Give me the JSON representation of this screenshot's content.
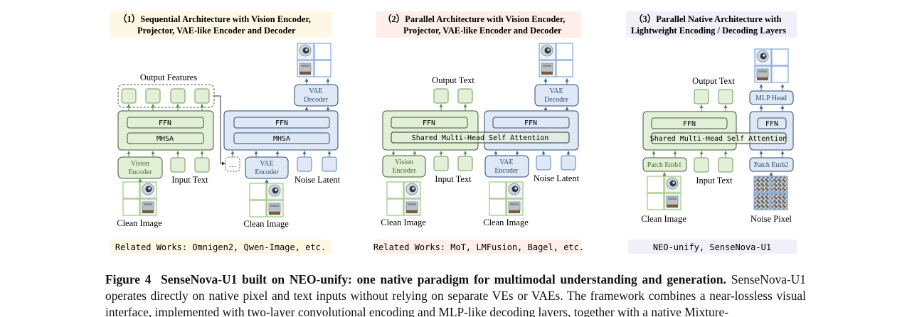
{
  "panels": [
    {
      "title_line1": "（1）Sequential Architecture with Vision Encoder,",
      "title_line2": "Projector, VAE-like Encoder and Decoder",
      "related": "Related Works: Omnigen2, Qwen-Image, etc.",
      "labels": {
        "output_features": "Output Features",
        "ffn_a": "FFN",
        "mhsa_a": "MHSA",
        "ffn_b": "FFN",
        "mhsa_b": "MHSA",
        "vision_encoder_1": "Vision",
        "vision_encoder_2": "Encoder",
        "vae_encoder_1": "VAE",
        "vae_encoder_2": "Encoder",
        "vae_decoder_1": "VAE",
        "vae_decoder_2": "Decoder",
        "ellipsis": "…",
        "input_text": "Input Text",
        "noise_latent": "Noise Latent",
        "clean_image_a": "Clean Image",
        "clean_image_b": "Clean Image"
      }
    },
    {
      "title_line1": "（2）Parallel Architecture with Vision Encoder,",
      "title_line2": "Projector, VAE-like Encoder and Decoder",
      "related": "Related Works: MoT, LMFusion, Bagel, etc.",
      "labels": {
        "output_text": "Output Text",
        "ffn_a": "FFN",
        "ffn_b": "FFN",
        "shared_attn": "Shared Multi-Head Self Attention",
        "vision_encoder_1": "Vision",
        "vision_encoder_2": "Encoder",
        "vae_encoder_1": "VAE",
        "vae_encoder_2": "Encoder",
        "vae_decoder_1": "VAE",
        "vae_decoder_2": "Decoder",
        "input_text": "Input Text",
        "noise_latent": "Noise Latent",
        "clean_image_a": "Clean Image",
        "clean_image_b": "Clean Image"
      }
    },
    {
      "title_line1": "（3）Parallel Native Architecture with",
      "title_line2": "Lightweight Encoding / Decoding Layers",
      "related": "NEO-unify, SenseNova-U1",
      "labels": {
        "output_text": "Output Text",
        "ffn_a": "FFN",
        "ffn_b": "FFN",
        "shared_attn": "Shared Multi-Head Self Attention",
        "mlp_head": "MLP Head",
        "patch_emb1": "Patch Emb1",
        "patch_emb2": "Patch Emb2",
        "input_text": "Input Text",
        "clean_image": "Clean Image",
        "noise_pixel": "Noise Pixel"
      }
    }
  ],
  "caption": {
    "fig_label": "Figure 4",
    "bold": "SenseNova-U1 built on NEO-unify: one native paradigm for multimodal understanding and generation.",
    "body": " SenseNova-U1 operates directly on native pixel and text inputs without relying on separate VEs or VAEs. The framework combines a near-lossless visual interface, implemented with two-layer convolutional encoding and MLP-like decoding layers, together with a native Mixture-"
  },
  "colors": {
    "panel1_title_bg": "#fdf7e3",
    "panel2_title_bg": "#fdeeea",
    "panel3_title_bg": "#f1eff7",
    "green_fill": "#e3f0d8",
    "green_stroke": "#3f5a34",
    "blue_fill": "#dfe9f6",
    "blue_stroke": "#2f4a6d",
    "arrow_green": "#5f8a4c",
    "arrow_blue": "#3d6aa6",
    "tile_green": "#a8d08d",
    "tile_blue": "#8fb3e3"
  }
}
